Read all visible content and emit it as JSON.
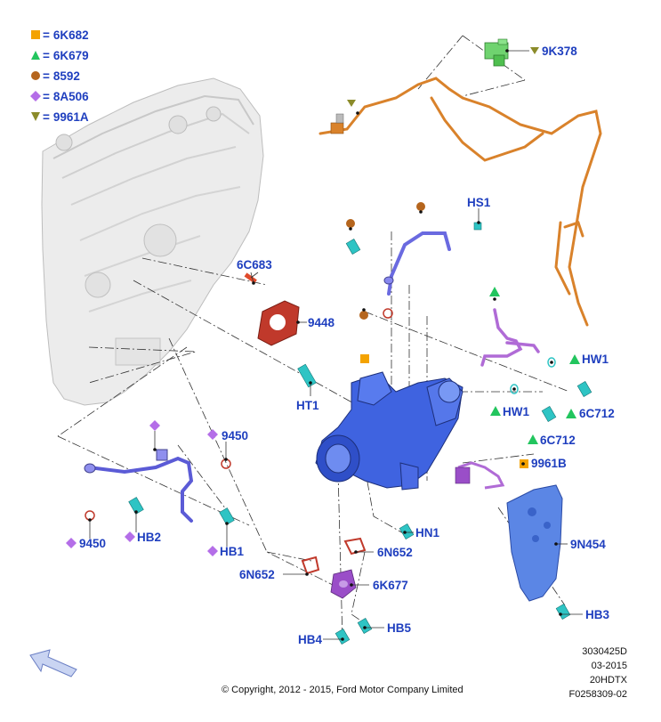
{
  "legend": [
    {
      "symbol": "square",
      "color": "#f4a300",
      "code": "6K682"
    },
    {
      "symbol": "triangle-up",
      "color": "#22c55e",
      "code": "6K679"
    },
    {
      "symbol": "circle",
      "color": "#b5651d",
      "code": "8592"
    },
    {
      "symbol": "diamond",
      "color": "#b46ee8",
      "code": "8A506"
    },
    {
      "symbol": "triangle-down",
      "color": "#8b8b2a",
      "code": "9961A"
    }
  ],
  "equals": "=",
  "callouts": {
    "c_9k378": "9K378",
    "c_6c683": "6C683",
    "c_hs1": "HS1",
    "c_9448": "9448",
    "c_hw1_a": "HW1",
    "c_hw1_b": "HW1",
    "c_6c712_a": "6C712",
    "c_6c712_b": "6C712",
    "c_ht1": "HT1",
    "c_9450_a": "9450",
    "c_9450_b": "9450",
    "c_9961b": "9961B",
    "c_hb2": "HB2",
    "c_hb1": "HB1",
    "c_hn1": "HN1",
    "c_9n454": "9N454",
    "c_6n652_a": "6N652",
    "c_6n652_b": "6N652",
    "c_6k677": "6K677",
    "c_hb3": "HB3",
    "c_hb4": "HB4",
    "c_hb5": "HB5"
  },
  "reference": [
    "3030425D",
    "03-2015",
    "20HDTX",
    "F0258309-02"
  ],
  "copyright": "© Copyright, 2012 - 2015, Ford Motor Company Limited",
  "colors": {
    "label": "#1f3fbf",
    "turbo": "#3f63e0",
    "pipe_orange": "#d9822b",
    "pipe_purple": "#b06bd6",
    "fastener": "#2ec4c4",
    "gasket": "#c0392b",
    "shield": "#5b86e5",
    "engine": "#e6e6e6"
  },
  "icons": {
    "view_arrow": "view-direction-arrow-icon"
  }
}
